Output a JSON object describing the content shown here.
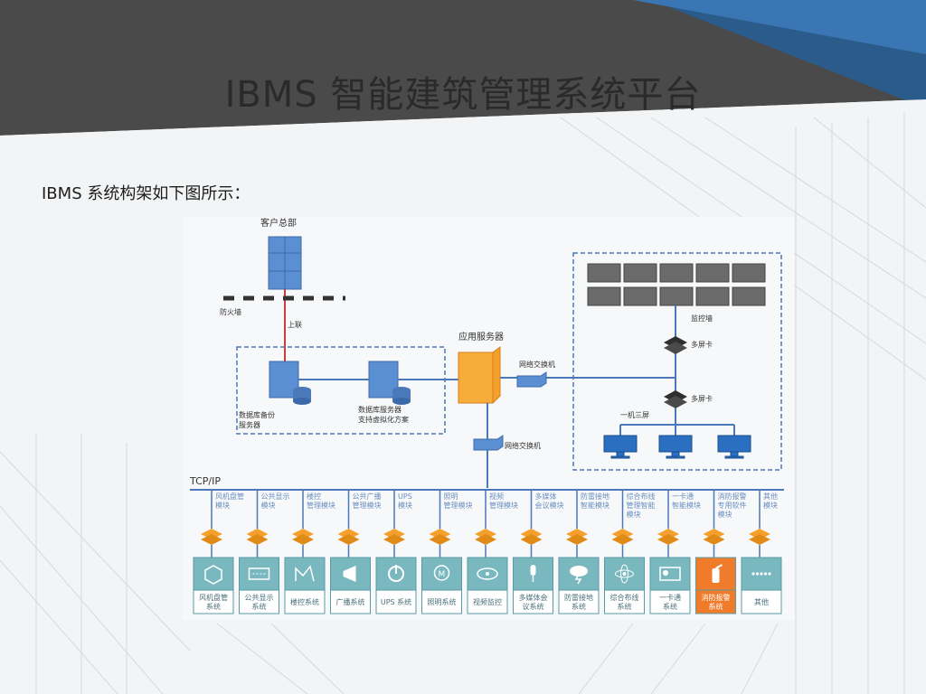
{
  "slide": {
    "title": "IBMS 智能建筑管理系统平台",
    "intro": "IBMS 系统构架如下图所示："
  },
  "diagram": {
    "hq_label": "客户总部",
    "firewall_label": "防火墙",
    "uplink_label": "上联",
    "app_server_label": "应用服务器",
    "db_backup_label": [
      "数据库备份",
      "服务器"
    ],
    "db_server_label": [
      "数据库服务器",
      "支持虚拟化方案"
    ],
    "switch_right_label": "网络交换机",
    "switch_bottom_label": "网络交换机",
    "monitor_wall_label": "监控墙",
    "multiscreen_card_1": "多屏卡",
    "multiscreen_card_2": "多屏卡",
    "one_machine_label": "一机三屏",
    "tcpip_label": "TCP/IP",
    "modules": [
      [
        "风机盘管",
        "模块"
      ],
      [
        "公共显示",
        "模块"
      ],
      [
        "楼控",
        "管理模块"
      ],
      [
        "公共广播",
        "管理模块"
      ],
      [
        "UPS",
        "模块"
      ],
      [
        "照明",
        "管理模块"
      ],
      [
        "视频",
        "管理模块"
      ],
      [
        "多媒体",
        "会议模块"
      ],
      [
        "防雷接地",
        "智能模块"
      ],
      [
        "综合布线",
        "管理智能",
        "模块"
      ],
      [
        "一卡通",
        "智能模块"
      ],
      [
        "消防报警",
        "专用软件",
        "模块"
      ],
      [
        "其他",
        "模块"
      ]
    ],
    "systems": [
      {
        "label": [
          "风机盘管",
          "系统"
        ],
        "icon": "cube-icon",
        "color": "#7ab8c0"
      },
      {
        "label": [
          "公共显示",
          "系统"
        ],
        "icon": "keyboard-icon",
        "color": "#7ab8c0"
      },
      {
        "label": [
          "楼控系统"
        ],
        "icon": "building-icon",
        "color": "#7ab8c0"
      },
      {
        "label": [
          "广播系统"
        ],
        "icon": "megaphone-icon",
        "color": "#7ab8c0"
      },
      {
        "label": [
          "UPS 系统"
        ],
        "icon": "power-icon",
        "color": "#7ab8c0"
      },
      {
        "label": [
          "照明系统"
        ],
        "icon": "bulb-icon",
        "color": "#7ab8c0"
      },
      {
        "label": [
          "视频监控"
        ],
        "icon": "camera-hand-icon",
        "color": "#7ab8c0"
      },
      {
        "label": [
          "多媒体会",
          "议系统"
        ],
        "icon": "microphone-icon",
        "color": "#7ab8c0"
      },
      {
        "label": [
          "防雷接地",
          "系统"
        ],
        "icon": "cloud-lightning-icon",
        "color": "#7ab8c0"
      },
      {
        "label": [
          "综合布线",
          "系统"
        ],
        "icon": "atom-icon",
        "color": "#7ab8c0"
      },
      {
        "label": [
          "一卡通",
          "系统"
        ],
        "icon": "id-card-icon",
        "color": "#7ab8c0"
      },
      {
        "label": [
          "消防报警",
          "系统"
        ],
        "icon": "fire-extinguisher-icon",
        "color": "#f07b2a"
      },
      {
        "label": [
          "其他"
        ],
        "icon": "dots-icon",
        "color": "#7ab8c0"
      }
    ],
    "colors": {
      "line": "#4a78b8",
      "dashed_box": "#4a78b8",
      "uplink": "#d23a3a",
      "server_blue": "#5b8fd4",
      "server_orange": "#f5a02a",
      "diamond": "#f5a02a",
      "module_text": "#6a8fbf"
    }
  }
}
